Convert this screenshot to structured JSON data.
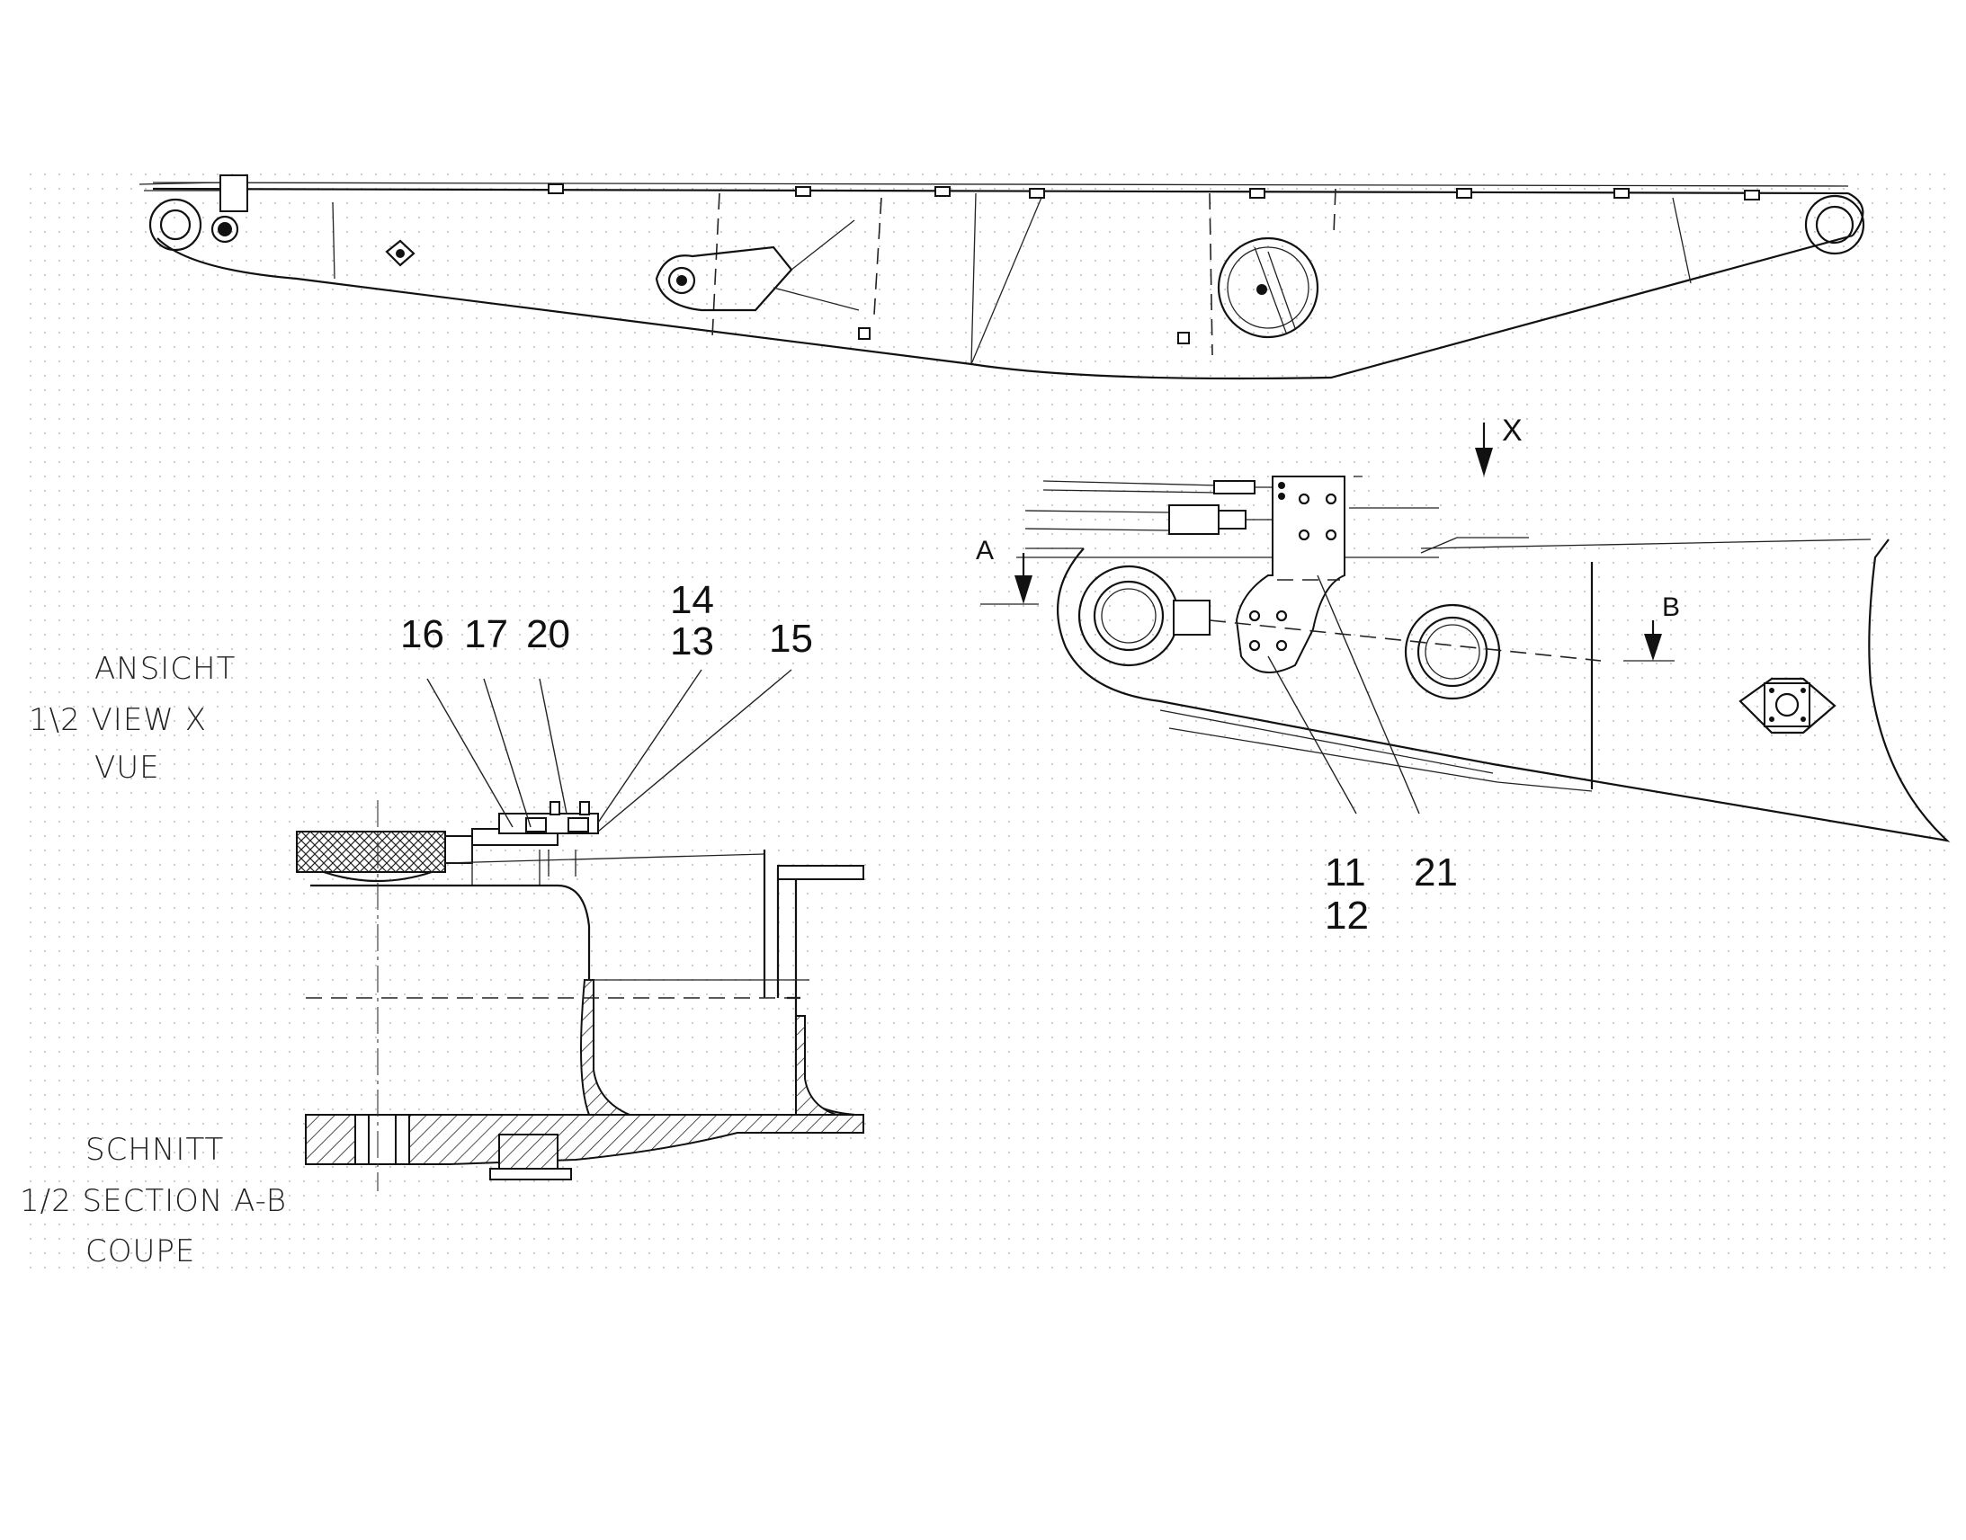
{
  "callouts": {
    "c16": "16",
    "c17": "17",
    "c20": "20",
    "c14": "14",
    "c13": "13",
    "c15": "15",
    "c11": "11",
    "c12": "12",
    "c21": "21"
  },
  "section_markers": {
    "a": "A",
    "b": "B",
    "x": "X"
  },
  "view_label": {
    "line1": "ANSICHT",
    "line2": "1\\2 VIEW X",
    "line3": "VUE"
  },
  "section_label": {
    "line1": "SCHNITT",
    "line2": "1/2 SECTION A-B",
    "line3": "COUPE"
  },
  "colors": {
    "line": "#111111",
    "background": "#ffffff",
    "grid_dots": "#c8c8c8"
  }
}
